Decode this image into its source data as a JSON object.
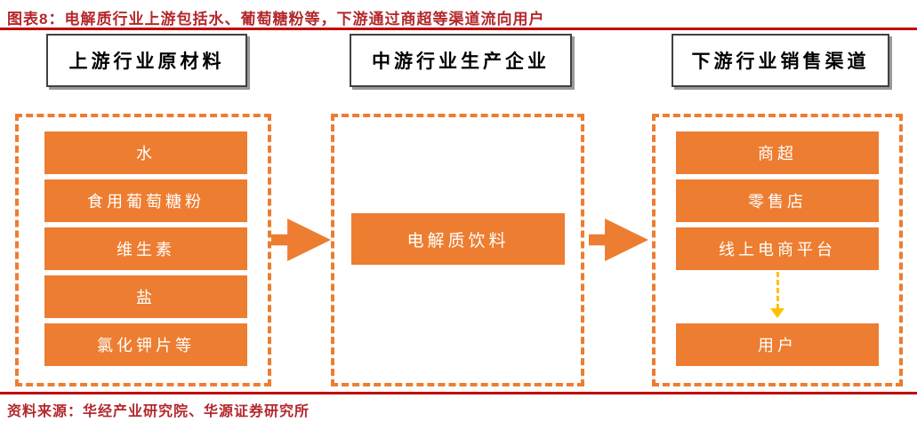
{
  "figure": {
    "title": "图表8：电解质行业上游包括水、葡萄糖粉等，下游通过商超等渠道流向用户",
    "source": "资料来源：华经产业研究院、华源证券研究所"
  },
  "columns": [
    {
      "header": "上游行业原材料",
      "items": [
        "水",
        "食用葡萄糖粉",
        "维生素",
        "盐",
        "氯化钾片等"
      ]
    },
    {
      "header": "中游行业生产企业",
      "items": [
        "电解质饮料"
      ]
    },
    {
      "header": "下游行业销售渠道",
      "items": [
        "商超",
        "零售店",
        "线上电商平台"
      ],
      "terminal": "用户"
    }
  ],
  "flow": {
    "arrow_1": "上游行业原材料 → 中游行业生产企业",
    "arrow_2": "中游行业生产企业 → 下游行业销售渠道",
    "arrow_3": "线上电商平台 → 用户"
  },
  "colors": {
    "node_orange": "#ed7d31",
    "dashed_border_orange": "#ed7d31",
    "flow_arrow_orange": "#ed7d31",
    "dashed_arrow_yellow": "#ffc000",
    "rule_red": "#c00000",
    "title_red": "#b3282d"
  }
}
